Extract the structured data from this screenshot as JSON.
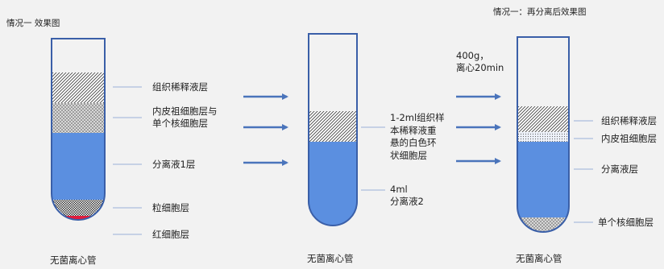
{
  "titles": {
    "left": "情况一 效果图",
    "right": "情况一：再分离后效果图"
  },
  "tube1": {
    "label": "无菌离心管",
    "layers": [
      "组织稀释液层",
      "内皮祖细胞层与\n单个核细胞层",
      "分离液1层",
      "粒细胞层",
      "红细胞层"
    ]
  },
  "tube2": {
    "label": "无菌离心管",
    "annotation_band": "1-2ml组织样\n本稀释液重\n悬的白色环\n状细胞层",
    "annotation_fluid": "4ml\n分离液2"
  },
  "step": {
    "text": "400g，\n离心20min"
  },
  "tube3": {
    "label": "无菌离心管",
    "layers": [
      "组织稀释液层",
      "内皮祖细胞层",
      "分离液层",
      "单个核细胞层"
    ]
  },
  "colors": {
    "separation_fluid": "#5b8fe0",
    "red_cells": "#e01b3c",
    "tube_outline": "#3a5fa8",
    "arrow": "#4a74bb",
    "leader_line": "#9ab0d8"
  }
}
